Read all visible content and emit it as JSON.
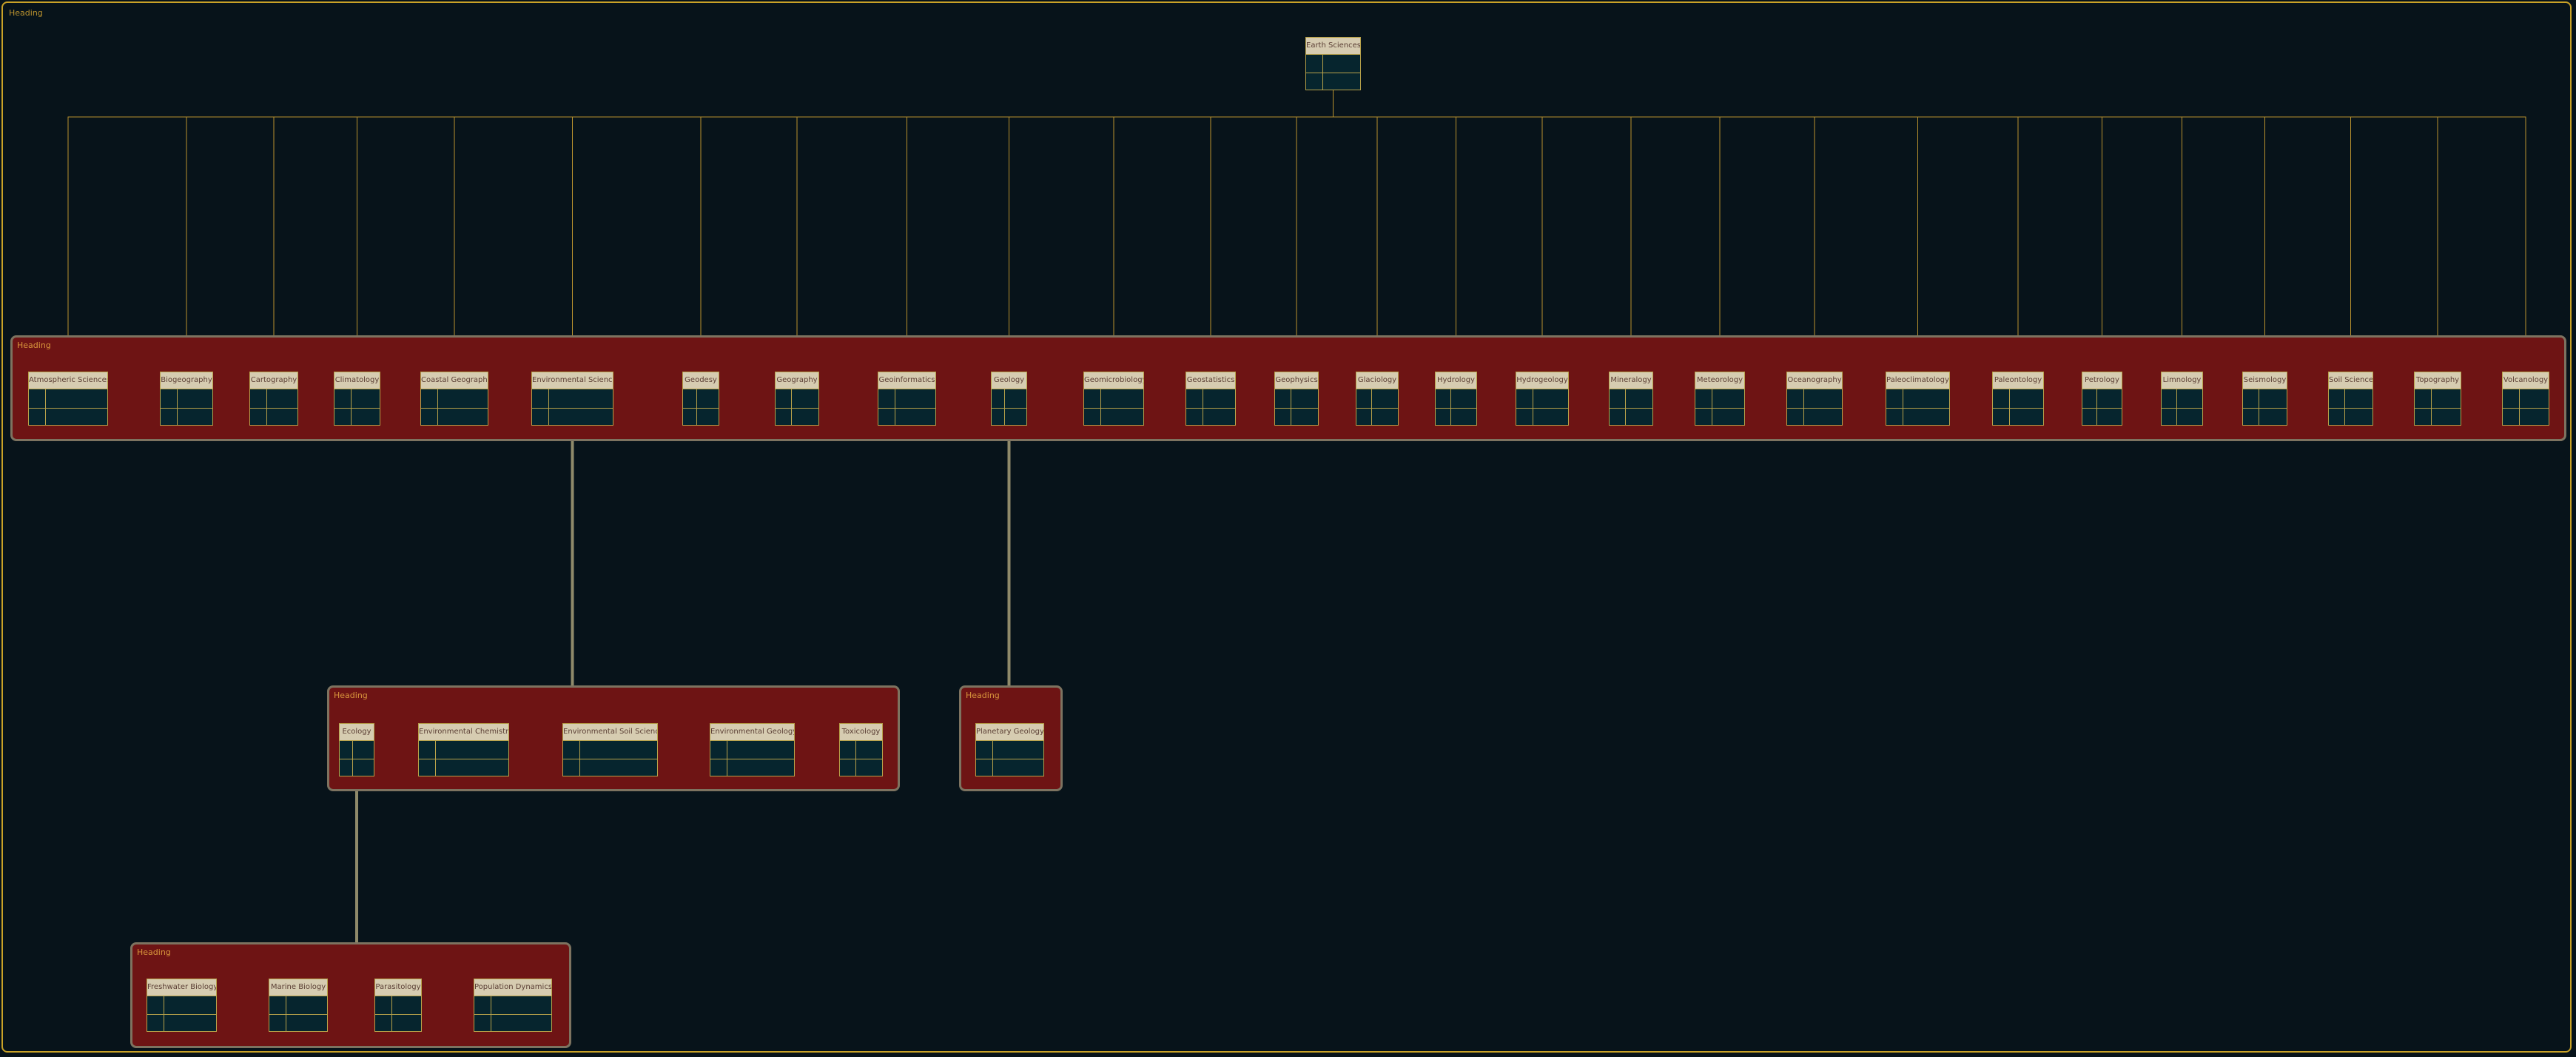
{
  "frame": {
    "heading": "Heading"
  },
  "root": {
    "label": "Earth Sciences"
  },
  "groups": {
    "earth": {
      "heading": "Heading",
      "entities": [
        "Atmospheric Sciences",
        "Biogeography",
        "Cartography",
        "Climatology",
        "Coastal Geography",
        "Environmental Science",
        "Geodesy",
        "Geography",
        "Geoinformatics",
        "Geology",
        "Geomicrobiology",
        "Geostatistics",
        "Geophysics",
        "Glaciology",
        "Hydrology",
        "Hydrogeology",
        "Mineralogy",
        "Meteorology",
        "Oceanography",
        "Paleoclimatology",
        "Paleontology",
        "Petrology",
        "Limnology",
        "Seismology",
        "Soil Science",
        "Topography",
        "Volcanology"
      ]
    },
    "envsci": {
      "heading": "Heading",
      "entities": [
        "Ecology",
        "Environmental Chemistry",
        "Environmental Soil Science",
        "Environmental Geology",
        "Toxicology"
      ]
    },
    "planetary": {
      "heading": "Heading",
      "entities": [
        "Planetary Geology"
      ]
    },
    "ecology": {
      "heading": "Heading",
      "entities": [
        "Freshwater Biology",
        "Marine Biology",
        "Parasitology",
        "Population Dynamics"
      ]
    }
  },
  "colors": {
    "background": "#07131a",
    "frame_border": "#c9a227",
    "group_fill": "#6e1414",
    "group_border": "#7d7360",
    "entity_header": "#d6ccb1",
    "entity_body": "#06252e",
    "tree_line": "#b8912e",
    "arrow": "#8f8a6a"
  }
}
